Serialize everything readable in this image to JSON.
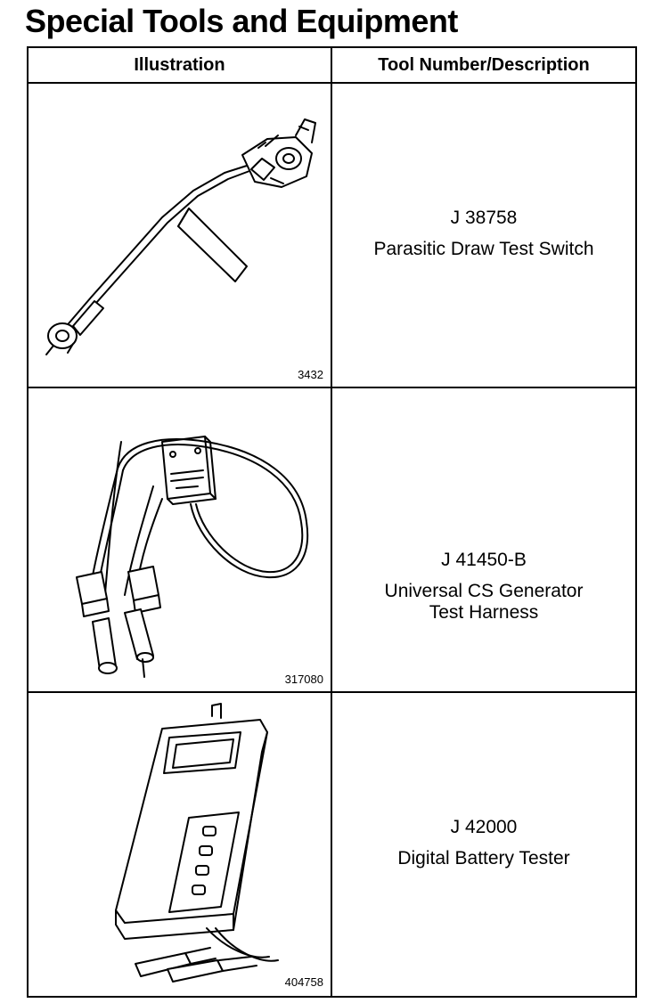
{
  "title": "Special Tools and Equipment",
  "header": {
    "col1": "Illustration",
    "col2": "Tool Number/Description"
  },
  "rows": [
    {
      "figure_number": "3432",
      "tool_number": "J 38758",
      "description": "Parasitic Draw Test Switch"
    },
    {
      "figure_number": "317080",
      "tool_number": "J 41450-B",
      "description": "Universal CS Generator\nTest Harness"
    },
    {
      "figure_number": "404758",
      "tool_number": "J 42000",
      "description": "Digital Battery Tester"
    }
  ],
  "icons": [
    "test-switch-illustration",
    "test-harness-illustration",
    "battery-tester-illustration"
  ]
}
